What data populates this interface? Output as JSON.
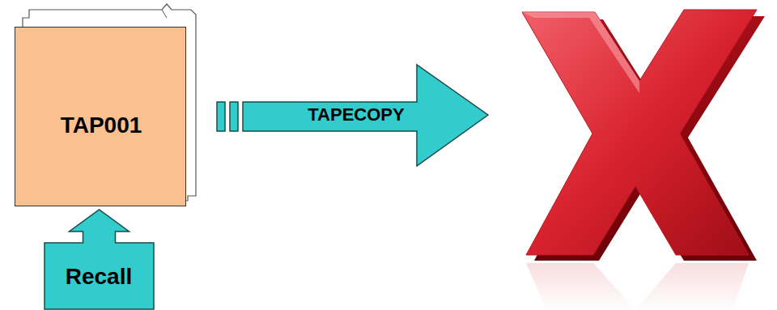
{
  "diagram": {
    "nodes": [
      {
        "text": [
          "TAP001"
        ]
      },
      {
        "text": [
          "TAPECOPY"
        ]
      },
      {
        "text": [
          "Recall"
        ]
      }
    ]
  }
}
